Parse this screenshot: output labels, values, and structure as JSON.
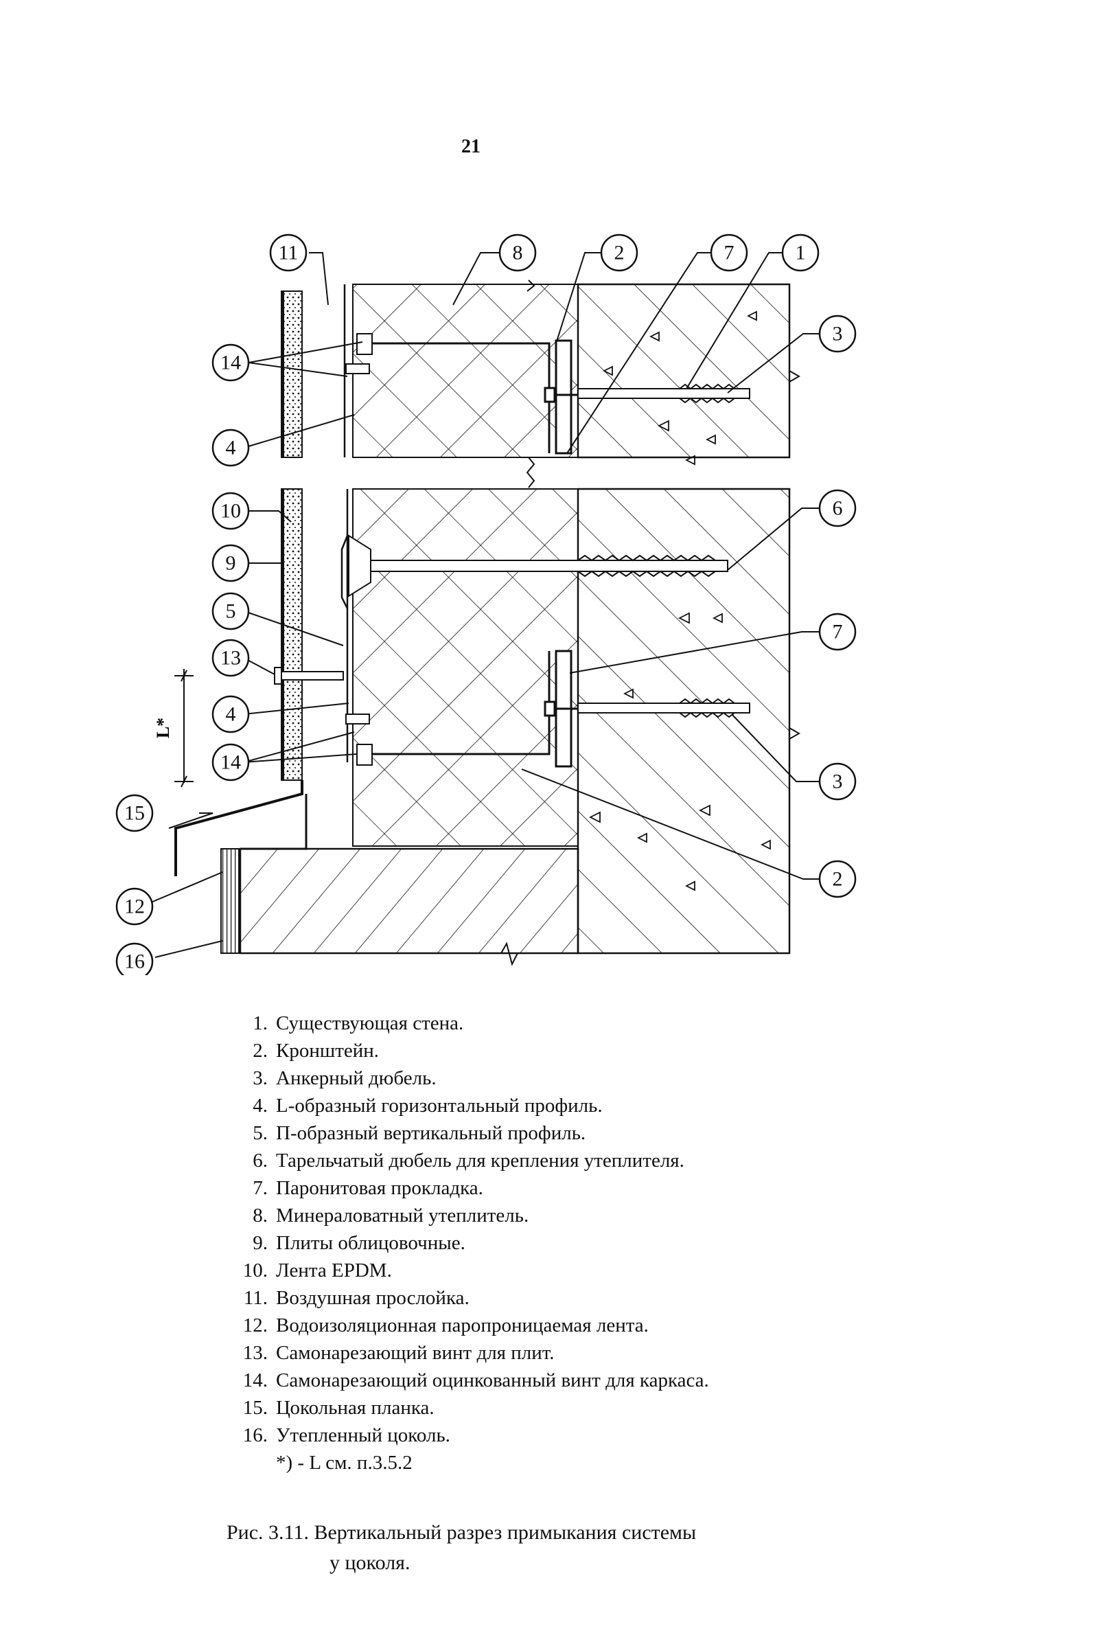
{
  "page_number": "21",
  "callouts": {
    "c1": "1",
    "c2a": "2",
    "c2b": "2",
    "c3a": "3",
    "c3b": "3",
    "c4a": "4",
    "c4b": "4",
    "c5": "5",
    "c6": "6",
    "c7a": "7",
    "c7b": "7",
    "c8": "8",
    "c9": "9",
    "c10": "10",
    "c11": "11",
    "c12": "12",
    "c13": "13",
    "c14a": "14",
    "c14b": "14",
    "c15": "15",
    "c16": "16"
  },
  "dimension_label": "L*",
  "legend": [
    {
      "num": "1.",
      "text": "Существующая стена."
    },
    {
      "num": "2.",
      "text": "Кронштейн."
    },
    {
      "num": "3.",
      "text": "Анкерный дюбель."
    },
    {
      "num": "4.",
      "text": "L-образный горизонтальный профиль."
    },
    {
      "num": "5.",
      "text": "П-образный вертикальный профиль."
    },
    {
      "num": "6.",
      "text": "Тарельчатый дюбель для крепления утеплителя."
    },
    {
      "num": "7.",
      "text": "Паронитовая прокладка."
    },
    {
      "num": "8.",
      "text": "Минераловатный утеплитель."
    },
    {
      "num": "9.",
      "text": "Плиты облицовочные."
    },
    {
      "num": "10.",
      "text": "Лента EPDM."
    },
    {
      "num": "11.",
      "text": "Воздушная прослойка."
    },
    {
      "num": "12.",
      "text": "Водоизоляционная паропроницаемая лента."
    },
    {
      "num": "13.",
      "text": "Самонарезающий винт для плит."
    },
    {
      "num": "14.",
      "text": "Самонарезающий оцинкованный винт для каркаса."
    },
    {
      "num": "15.",
      "text": "Цокольная планка."
    },
    {
      "num": "16.",
      "text": "Утепленный цоколь."
    }
  ],
  "legend_note": "*) - L см. п.3.5.2",
  "caption": {
    "line1": "Рис. 3.11. Вертикальный разрез примыкания системы",
    "line2": "у цоколя."
  }
}
